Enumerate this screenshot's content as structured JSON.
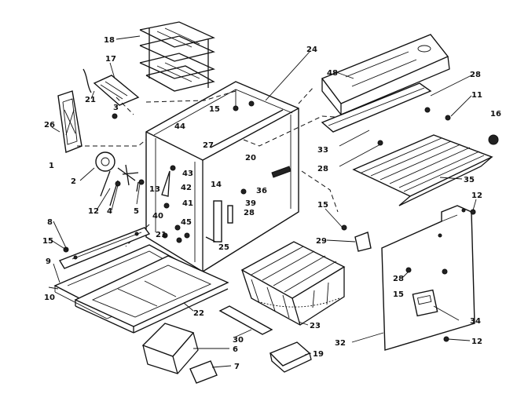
{
  "labels": {
    "l2": "2",
    "l3": "3",
    "l4": "4",
    "l5": "5",
    "l6": "6",
    "l7": "7",
    "l8": "8",
    "l9": "9",
    "l10": "10",
    "l11": "11",
    "l12a": "12",
    "l12b": "12",
    "l12c": "12",
    "l13": "13",
    "l14": "14",
    "l15a": "15",
    "l15b": "15",
    "l15c": "15",
    "l15d": "15",
    "l16": "16",
    "l17": "17",
    "l18": "18",
    "l19": "19",
    "l20": "20",
    "l21a": "21",
    "l21b": "21",
    "l22": "22",
    "l23": "23",
    "l24": "24",
    "l25": "25",
    "l26": "26",
    "l27": "27",
    "l28a": "28",
    "l28b": "28",
    "l28c": "28",
    "l28d": "28",
    "l29": "29",
    "l30": "30",
    "l32": "32",
    "l33": "33",
    "l34": "34",
    "l35": "35",
    "l36": "36",
    "l39": "39",
    "l40": "40",
    "l41": "41",
    "l42": "42",
    "l43": "43",
    "l44": "44",
    "l45": "45",
    "l48": "48"
  }
}
